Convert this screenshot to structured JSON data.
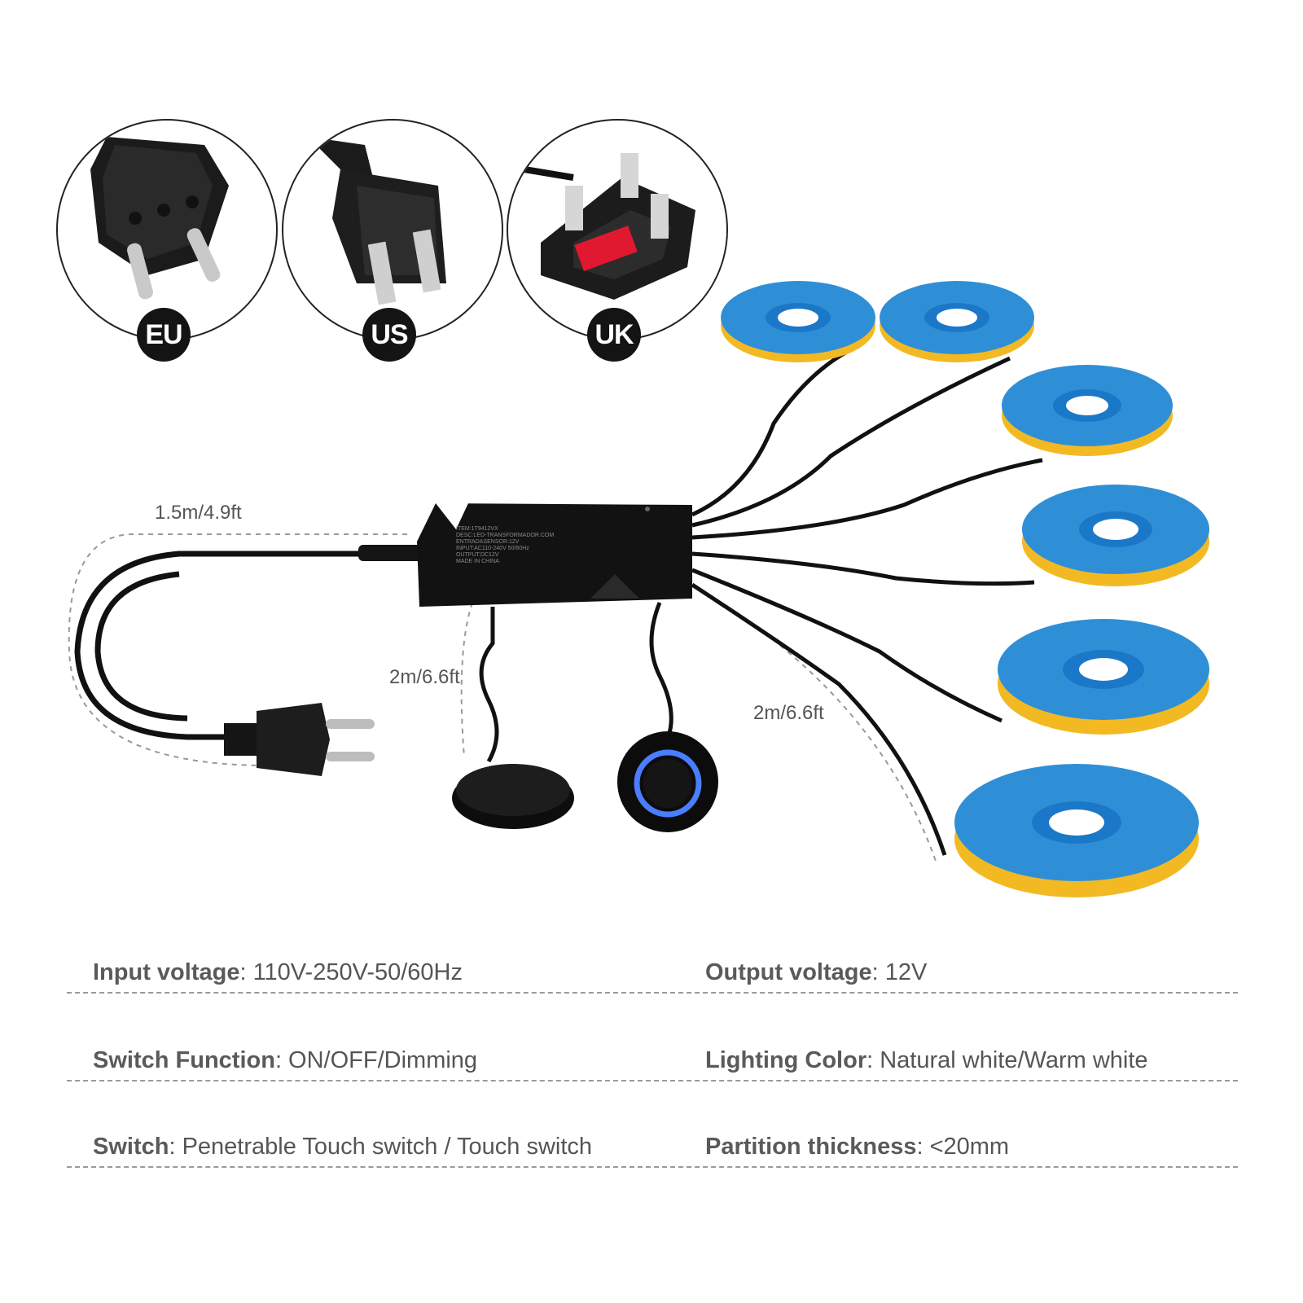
{
  "plugs": [
    {
      "label": "EU"
    },
    {
      "label": "US"
    },
    {
      "label": "UK"
    }
  ],
  "lengths": {
    "power_cord": "1.5m/4.9ft",
    "switch_cable": "2m/6.6ft",
    "strip_cable": "2m/6.6ft"
  },
  "controller_text": [
    "ITEM:1T9412VX",
    "DESC:LED-TRANSFORMADOR.COM",
    "ENTRADASENSOR:12V",
    "INPUT:AC110-240V 50/60Hz",
    "OUTPUT:DC12V",
    "MADE IN CHINA"
  ],
  "specs": [
    {
      "left_key": "Input voltage",
      "left_val": ": 110V-250V-50/60Hz",
      "right_key": "Output voltage",
      "right_val": ": 12V"
    },
    {
      "left_key": "Switch Function",
      "left_val": ": ON/OFF/Dimming",
      "right_key": "Lighting Color",
      "right_val": ": Natural white/Warm white"
    },
    {
      "left_key": "Switch",
      "left_val": ": Penetrable Touch switch / Touch switch",
      "right_key": "Partition thickness",
      "right_val": ": <20mm"
    }
  ],
  "colors": {
    "strip_blue": "#2f8fd6",
    "strip_yellow": "#f3b923",
    "cable": "#111111",
    "ring_light": "#4a7dff"
  }
}
